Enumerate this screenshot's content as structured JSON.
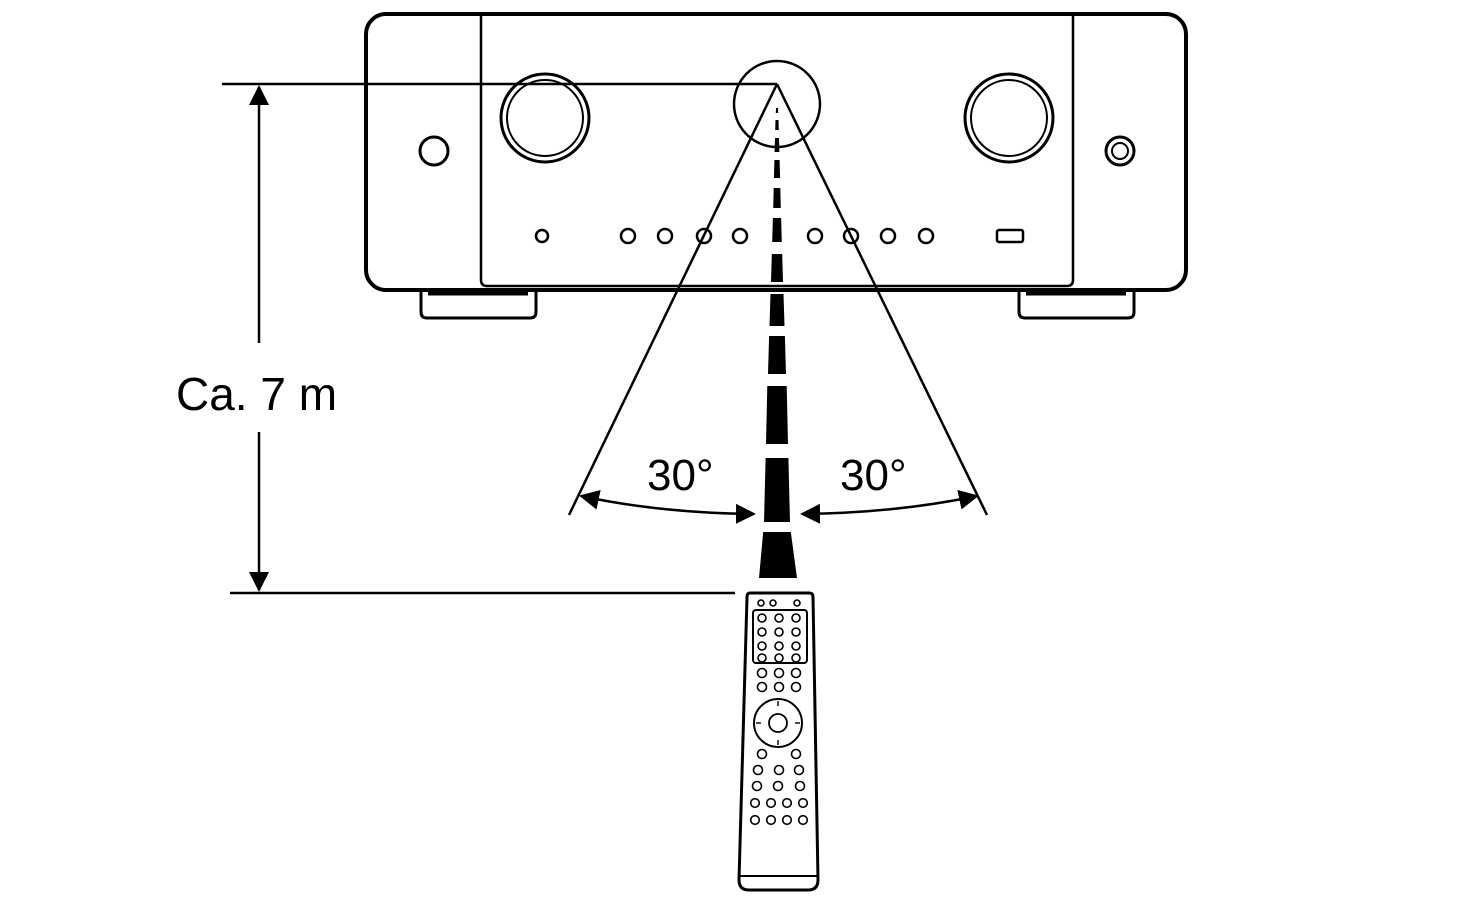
{
  "diagram": {
    "distance_label": "Ca. 7 m",
    "angle_left_label": "30°",
    "angle_right_label": "30°"
  },
  "colors": {
    "line": "#000000",
    "background": "#ffffff"
  }
}
